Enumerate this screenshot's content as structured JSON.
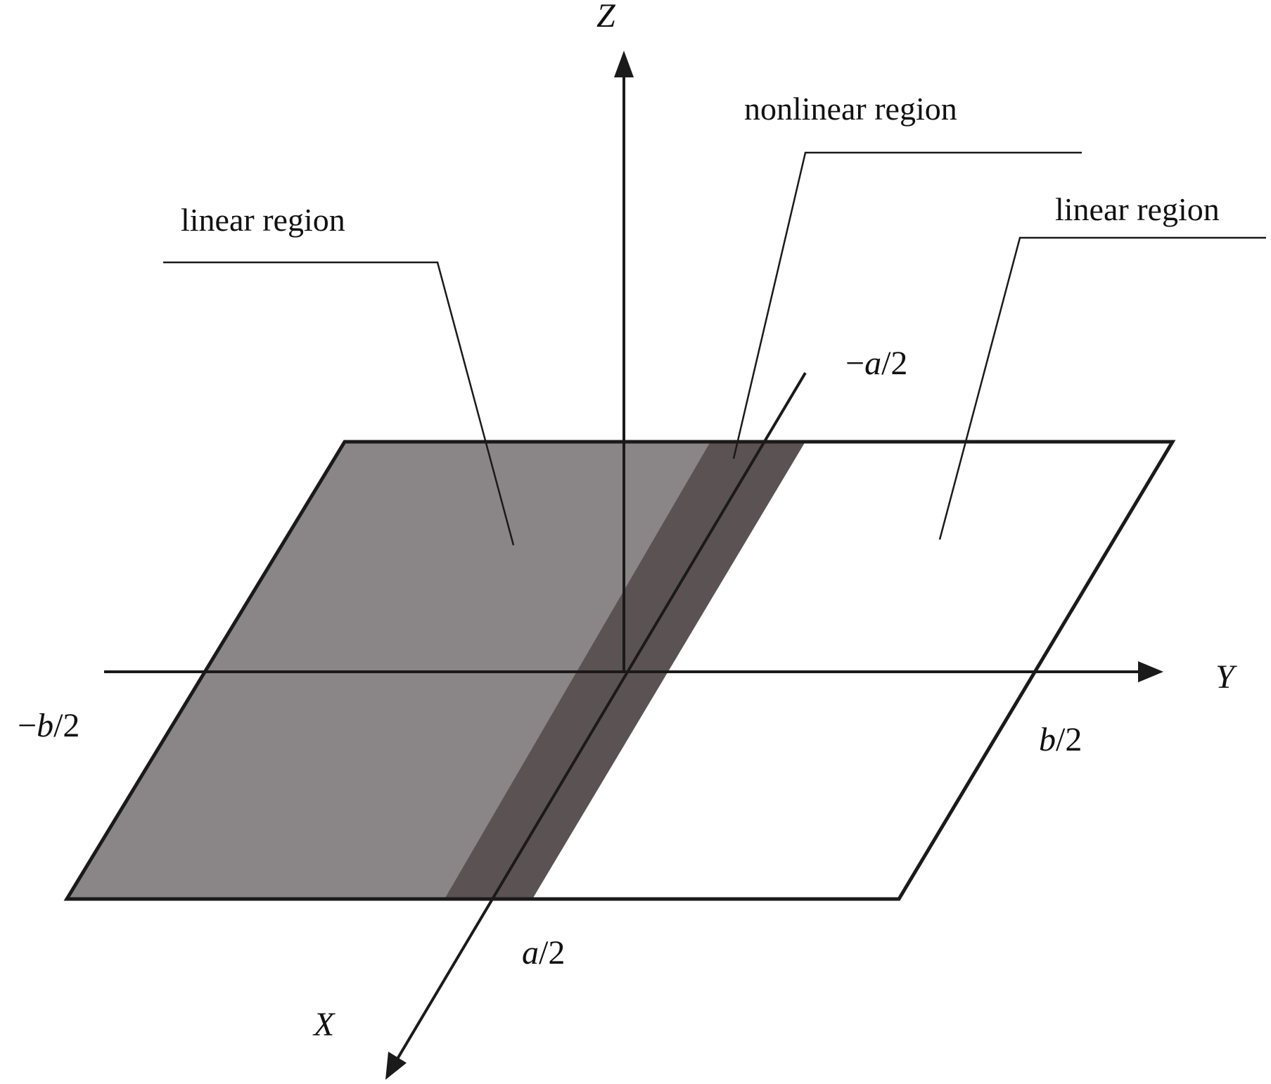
{
  "labels": {
    "region_left": "linear region",
    "region_middle": "nonlinear region",
    "region_right": "linear region",
    "axis_x": "X",
    "axis_y": "Y",
    "axis_z": "Z",
    "neg_a_half": {
      "minus": "−",
      "var": "a",
      "tail": "/2"
    },
    "pos_a_half": {
      "var": "a",
      "tail": "/2"
    },
    "neg_b_half": {
      "minus": "−",
      "var": "b",
      "tail": "/2"
    },
    "pos_b_half": {
      "var": "b",
      "tail": "/2"
    }
  },
  "colors": {
    "linear_left_fill": "#8a8587",
    "nonlinear_fill": "#5b5253",
    "linear_right_fill": "#ffffff",
    "stroke": "#1a1a1a"
  }
}
